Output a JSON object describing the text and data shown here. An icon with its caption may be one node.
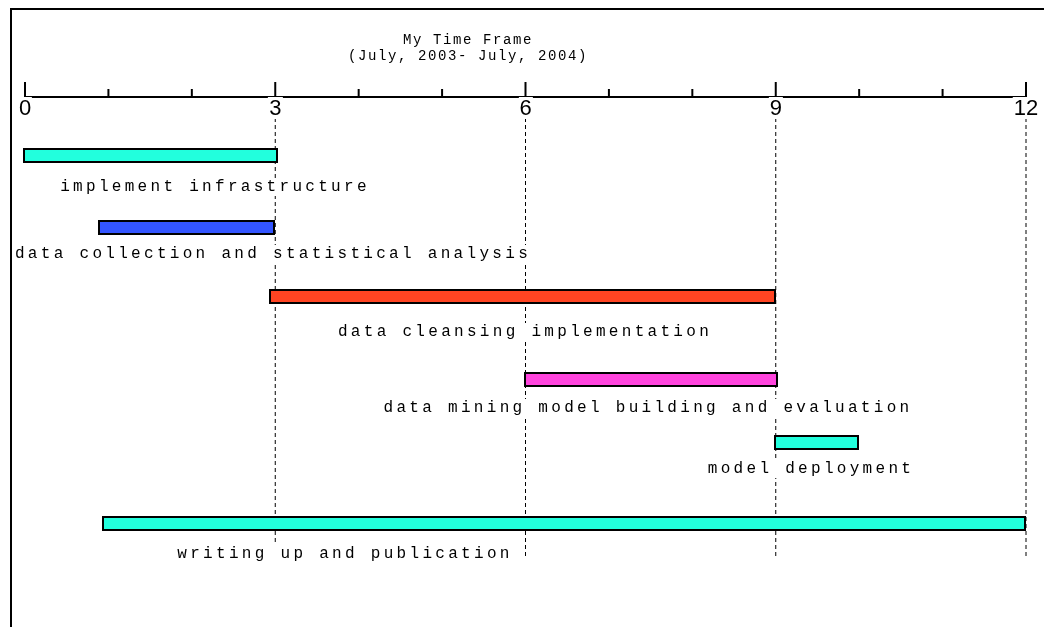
{
  "diagram": {
    "title": "My Time Frame",
    "nodes": [
      {
        "text": [],
        "shape": "bar",
        "beside": [
          "implement infrastructure"
        ]
      },
      {
        "text": [],
        "shape": "bar",
        "beside": [
          "data collection and statistical analysis"
        ]
      },
      {
        "text": [],
        "shape": "bar",
        "beside": [
          "data cleansing implementation"
        ]
      },
      {
        "text": [],
        "shape": "bar",
        "beside": [
          "data mining model building and evaluation"
        ]
      },
      {
        "text": [],
        "shape": "bar",
        "beside": [
          "model deployment"
        ]
      },
      {
        "text": [],
        "shape": "bar",
        "beside": [
          "writing up and publication"
        ]
      }
    ],
    "labels": [
      "(July, 2003- July, 2004)",
      "0",
      "3",
      "6",
      "9",
      "12"
    ]
  }
}
